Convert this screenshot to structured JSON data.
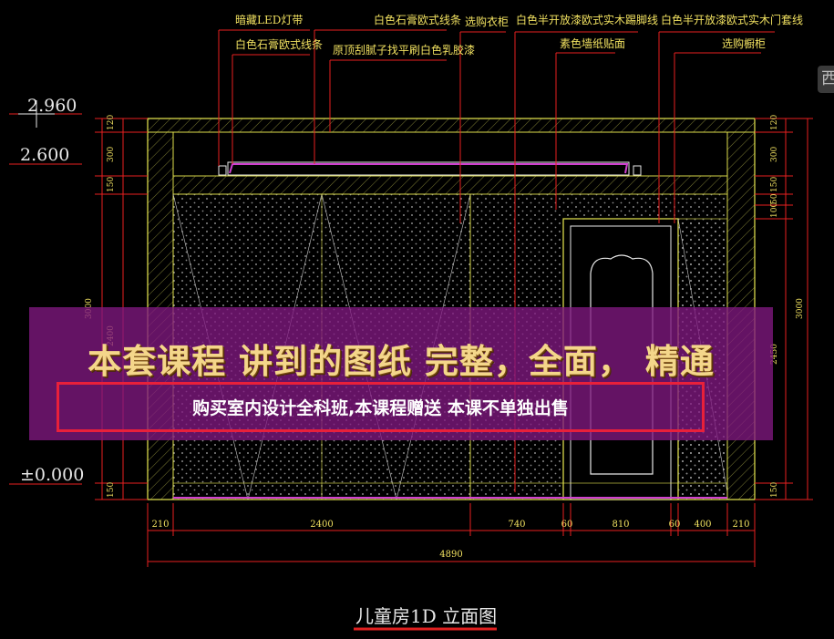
{
  "drawing": {
    "title": "儿童房1D 立面图",
    "annotations": {
      "led_strip": "暗藏LED灯带",
      "gypsum_line_left": "白色石膏欧式线条",
      "gypsum_line_top": "白色石膏欧式线条",
      "ceiling_paint": "原顶刮腻子找平刷白色乳胶漆",
      "wardrobe": "选购衣柜",
      "skirting": "白色半开放漆欧式实木踢脚线",
      "wallpaper": "素色墙纸贴面",
      "door_frame": "白色半开放漆欧式实木门套线",
      "cabinet": "选购橱柜"
    },
    "elevations": {
      "top": "2.960",
      "ceiling": "2.600",
      "floor": "±0.000"
    },
    "dims_bottom": [
      "210",
      "2400",
      "740",
      "60",
      "810",
      "60",
      "400",
      "210"
    ],
    "dim_total": "4890",
    "dims_left": [
      "120",
      "300",
      "150",
      "3000",
      "2400",
      "150"
    ],
    "dims_right": [
      "120",
      "300",
      "150",
      "50",
      "100",
      "2450",
      "3000",
      "150"
    ]
  },
  "promo": {
    "headline": "本套课程 讲到的图纸   完整，全面，  精通",
    "sub": "购买室内设计全科班,本课程赠送 本课不单独出售"
  },
  "side_tab": "西",
  "colors": {
    "background": "#000000",
    "yellow_line": "#e8e850",
    "red_line": "#e82020",
    "annotation_text": "#f0e060",
    "white_text": "#e8e8e8",
    "magenta": "#c040c0",
    "title_underline": "#e02020"
  }
}
